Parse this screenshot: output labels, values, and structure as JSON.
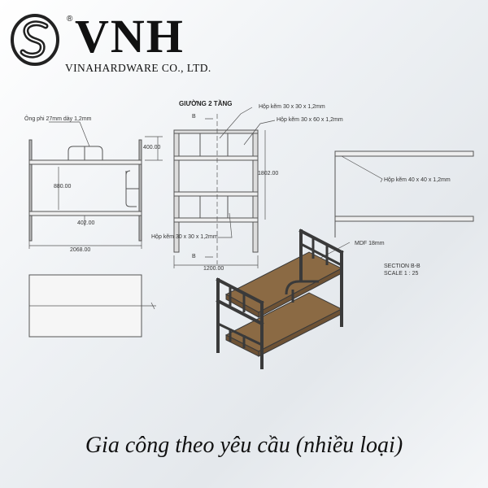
{
  "logo": {
    "mark": "s-swoosh-icon",
    "brand": "VNH",
    "registered": "®",
    "company": "VINAHARDWARE CO., LTD."
  },
  "front_view": {
    "tube_note": "Ông phi 27mm dày 1,2mm",
    "dim_top": "400.00",
    "dim_height": "880.00",
    "dim_inner": "402.00",
    "dim_length": "2068.00"
  },
  "side_view": {
    "title": "GIƯỜNG 2 TẦNG",
    "tube_a": "Hộp kẽm 30 x 30 x 1,2mm",
    "tube_b": "Hộp kẽm 30 x 60 x 1,2mm",
    "dim_height": "1802.00",
    "tube_c": "Hộp kẽm 30 x 30 x 1,2mm",
    "dim_width": "1200.00",
    "section_top": "B",
    "section_bottom": "B"
  },
  "section_view": {
    "tube": "Hộp kẽm 40 x 40 x 1,2mm",
    "board": "MDF 18mm",
    "section_label": "SECTION B-B",
    "scale": "SCALE 1 : 25"
  },
  "colors": {
    "frame": "#3a3a3a",
    "board_top": "#8b6a44",
    "board_side": "#6e5234",
    "line": "#555555"
  },
  "caption": "Gia công theo yêu cầu (nhiều loại)"
}
